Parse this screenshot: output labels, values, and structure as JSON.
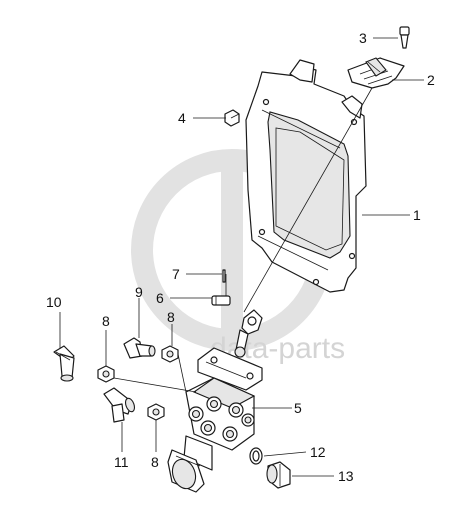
{
  "watermark": {
    "text": "data-parts"
  },
  "callouts": [
    {
      "id": "1",
      "label": "1"
    },
    {
      "id": "2",
      "label": "2"
    },
    {
      "id": "3",
      "label": "3"
    },
    {
      "id": "4",
      "label": "4"
    },
    {
      "id": "5",
      "label": "5"
    },
    {
      "id": "6",
      "label": "6"
    },
    {
      "id": "7",
      "label": "7"
    },
    {
      "id": "8a",
      "label": "8"
    },
    {
      "id": "8b",
      "label": "8"
    },
    {
      "id": "8c",
      "label": "8"
    },
    {
      "id": "9",
      "label": "9"
    },
    {
      "id": "10",
      "label": "10"
    },
    {
      "id": "11",
      "label": "11"
    },
    {
      "id": "12",
      "label": "12"
    },
    {
      "id": "13",
      "label": "13"
    }
  ]
}
